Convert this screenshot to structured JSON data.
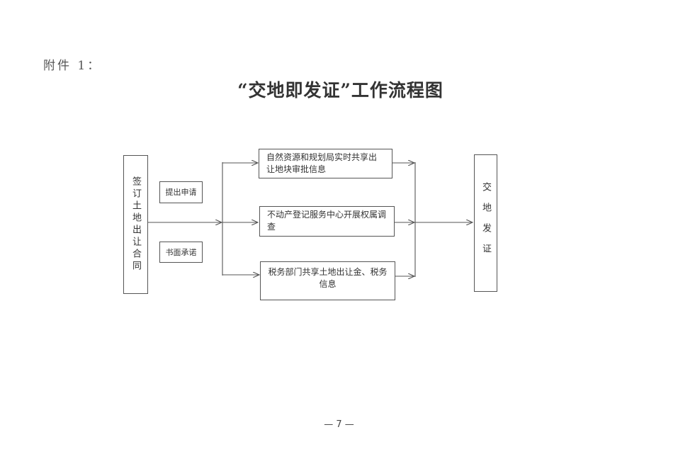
{
  "attachment_label": "附件 1：",
  "title": "“交地即发证”工作流程图",
  "left_box": "签订土地出让合同",
  "label_apply": "提出申请",
  "label_commit": "书面承诺",
  "step1": "自然资源和规划局实时共享出让地块审批信息",
  "step2": "不动产登记服务中心开展权属调查",
  "step3": "税务部门共享土地出让金、税务信息",
  "right_box": "交地发证",
  "page_number": "— 7 —"
}
